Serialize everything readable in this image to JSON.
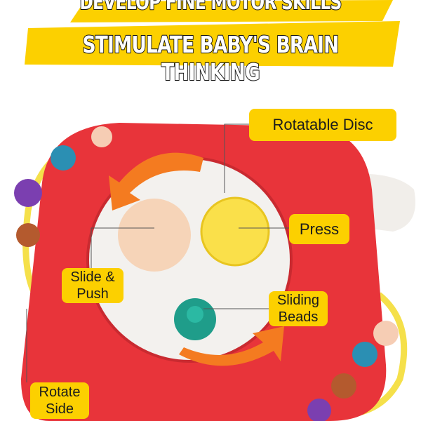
{
  "headline": {
    "line1": "DEVELOP FINE MOTOR SKILLS",
    "line2": "STIMULATE BABY'S BRAIN THINKING"
  },
  "labels": {
    "rotatable_disc": "Rotatable Disc",
    "press": "Press",
    "slide_push": "Slide & Push",
    "sliding_beads": "Sliding Beads",
    "rotate_side": "Rotate Side"
  },
  "colors": {
    "toy_body": "#e8343a",
    "accent_yellow": "#fcd000",
    "disc": "#f3f1ee",
    "arrow_orange": "#f47b20",
    "button_teal": "#1f9d8a"
  }
}
